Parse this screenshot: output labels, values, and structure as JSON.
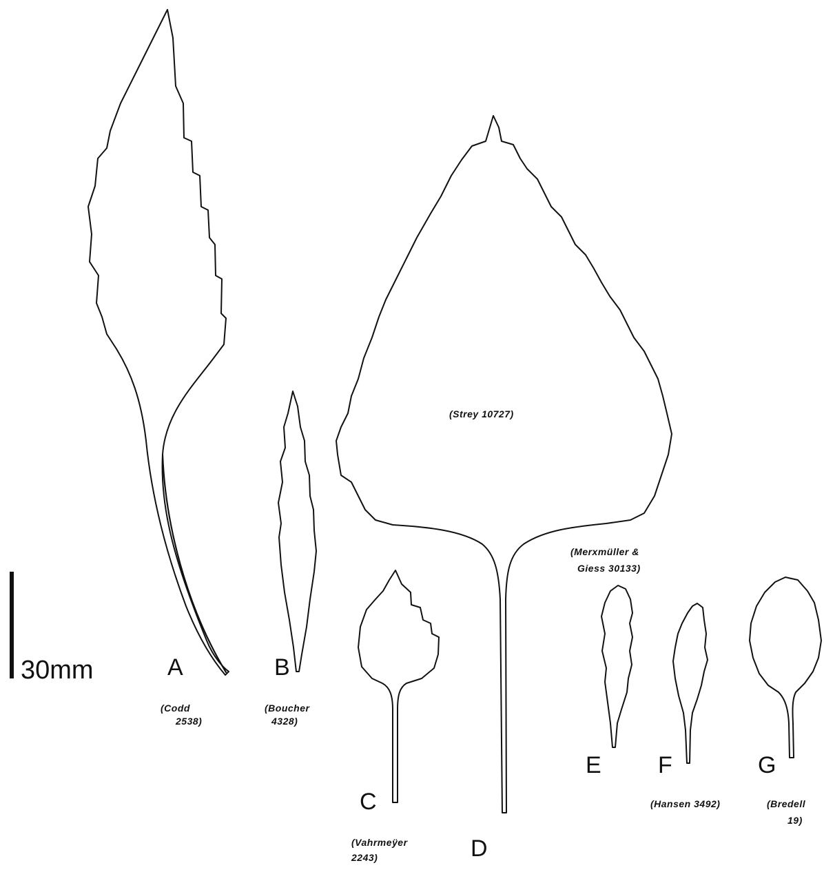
{
  "scale_bar": {
    "label": "30mm"
  },
  "specimens": {
    "A": {
      "letter": "A",
      "collector_line1": "(Codd",
      "collector_line2": "2538)"
    },
    "B": {
      "letter": "B",
      "collector_line1": "(Boucher",
      "collector_line2": "4328)"
    },
    "C": {
      "letter": "C",
      "collector_line1": "(Vahrmeÿer",
      "collector_line2": "2243)"
    },
    "D": {
      "letter": "D",
      "collector": "(Strey 10727)"
    },
    "E": {
      "letter": "E",
      "collector_line1": "(Merxmüller &",
      "collector_line2": "Giess 30133)"
    },
    "F": {
      "letter": "F",
      "collector": "(Hansen 3492)"
    },
    "G": {
      "letter": "G",
      "collector_line1": "(Bredell",
      "collector_line2": "19)"
    }
  }
}
